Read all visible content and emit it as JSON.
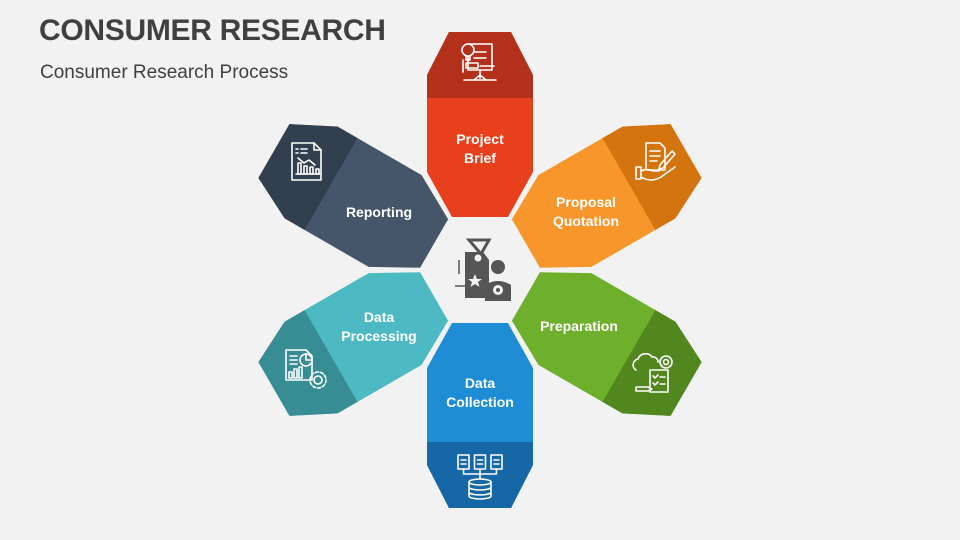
{
  "header": {
    "title": "CONSUMER RESEARCH",
    "subtitle": "Consumer Research Process"
  },
  "center": {
    "icon": "price-tag-customer-icon",
    "color": "#555555"
  },
  "steps": [
    {
      "label_line1": "Project",
      "label_line2": "Brief",
      "icon": "idea-presentation-icon",
      "light": "#E8401C",
      "dark": "#B3301A",
      "angle": 0
    },
    {
      "label_line1": "Proposal",
      "label_line2": "Quotation",
      "icon": "document-hand-pen-icon",
      "light": "#F7962B",
      "dark": "#D4740F",
      "angle": 60
    },
    {
      "label_line1": "Preparation",
      "label_line2": "",
      "icon": "cloud-gear-checklist-icon",
      "light": "#6EAF2B",
      "dark": "#52861F",
      "angle": 120
    },
    {
      "label_line1": "Data",
      "label_line2": "Collection",
      "icon": "database-documents-icon",
      "light": "#1F8DD6",
      "dark": "#1667A6",
      "angle": 180
    },
    {
      "label_line1": "Data",
      "label_line2": "Processing",
      "icon": "report-chart-gear-icon",
      "light": "#4DB9C2",
      "dark": "#388C93",
      "angle": 240
    },
    {
      "label_line1": "Reporting",
      "label_line2": "",
      "icon": "report-bar-chart-icon",
      "light": "#45566B",
      "dark": "#323F4F",
      "angle": 300
    }
  ]
}
